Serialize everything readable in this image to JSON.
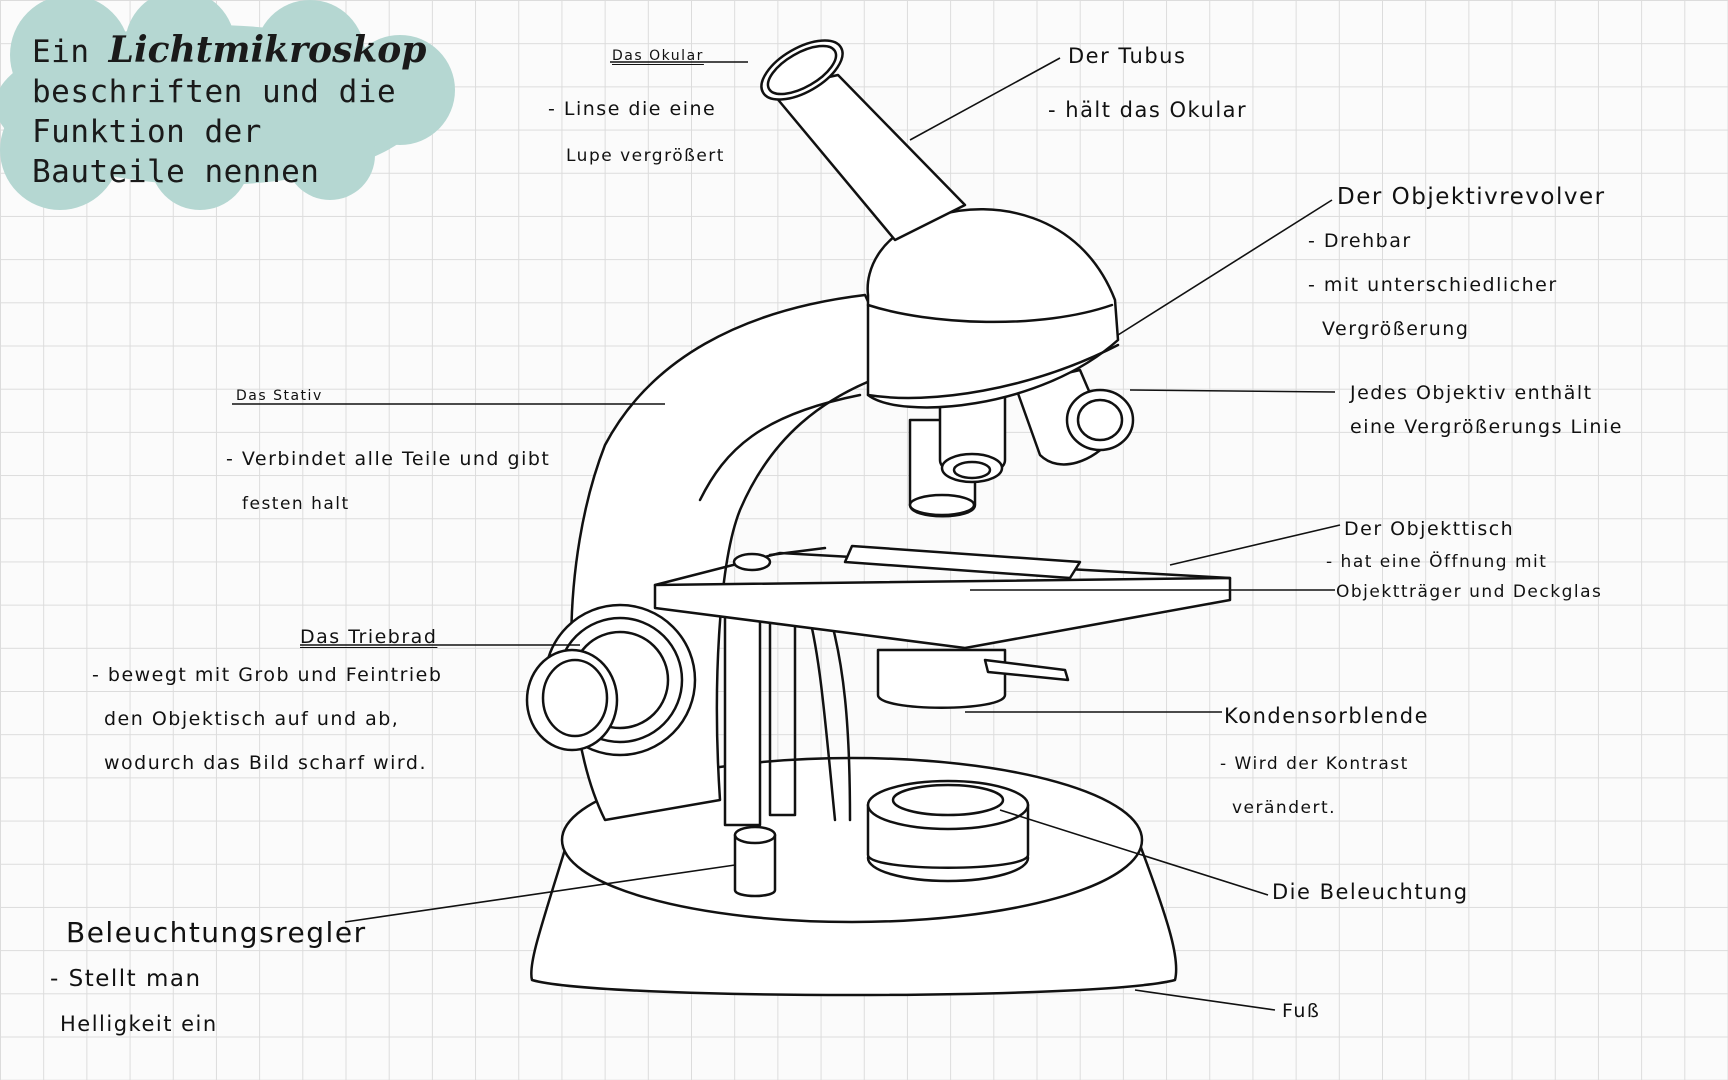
{
  "title": {
    "prefix": "Ein",
    "emphasis": "Lichtmikroskop",
    "line2": "beschriften und die",
    "line3": "Funktion der",
    "line4": "Bauteile nennen"
  },
  "labels": {
    "okular": {
      "name": "Das Okular",
      "desc1": "- Linse die eine",
      "desc2": "Lupe vergrößert"
    },
    "tubus": {
      "name": "Der Tubus",
      "desc1": "- hält das Okular"
    },
    "revolver": {
      "name": "Der Objektivrevolver",
      "desc1": "- Drehbar",
      "desc2": "- mit unterschiedlicher",
      "desc3": "Vergrößerung"
    },
    "objektiv": {
      "desc1": "Jedes Objektiv enthält",
      "desc2": "eine Vergrößerungs Linie"
    },
    "stativ": {
      "name": "Das Stativ",
      "desc1": "- Verbindet alle Teile und gibt",
      "desc2": "festen halt"
    },
    "objekttisch": {
      "name": "Der Objekttisch",
      "desc1": "- hat eine Öffnung mit",
      "desc2": "Objektträger und Deckglas"
    },
    "triebrad": {
      "name": "Das Triebrad",
      "desc1": "- bewegt mit Grob und Feintrieb",
      "desc2": "den Objektisch auf und ab,",
      "desc3": "wodurch das Bild scharf wird."
    },
    "kondensor": {
      "name": "Kondensorblende",
      "desc1": "- Wird der Kontrast",
      "desc2": "verändert."
    },
    "beleuchtung": {
      "name": "Die Beleuchtung"
    },
    "regler": {
      "name": "Beleuchtungsregler",
      "desc1": "- Stellt man",
      "desc2": "Helligkeit ein"
    },
    "fuss": {
      "name": "Fuß"
    }
  },
  "colors": {
    "cloud": "#b5d7d2",
    "ink": "#111111",
    "grid": "#dcdcdc"
  }
}
